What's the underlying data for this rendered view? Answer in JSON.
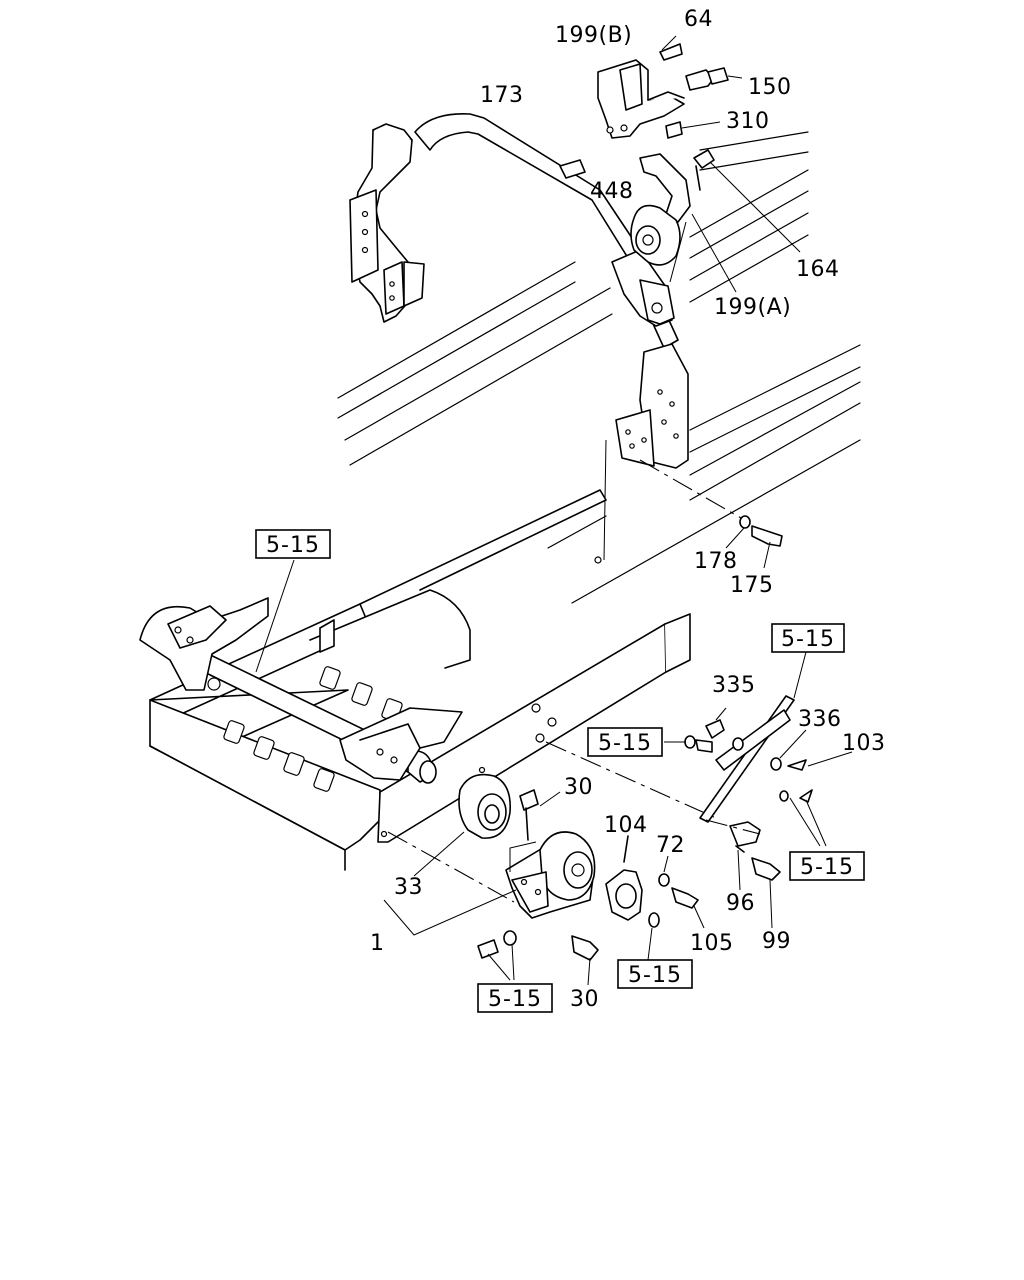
{
  "callouts": [
    {
      "id": "c64",
      "text": "64"
    },
    {
      "id": "c199b",
      "text": "199(B)"
    },
    {
      "id": "c150",
      "text": "150"
    },
    {
      "id": "c173",
      "text": "173"
    },
    {
      "id": "c310",
      "text": "310"
    },
    {
      "id": "c448",
      "text": "448"
    },
    {
      "id": "c164",
      "text": "164"
    },
    {
      "id": "c199a",
      "text": "199(A)"
    },
    {
      "id": "c178",
      "text": "178"
    },
    {
      "id": "c175",
      "text": "175"
    },
    {
      "id": "c335",
      "text": "335"
    },
    {
      "id": "c336",
      "text": "336"
    },
    {
      "id": "c103",
      "text": "103"
    },
    {
      "id": "c30a",
      "text": "30"
    },
    {
      "id": "c104",
      "text": "104"
    },
    {
      "id": "c72",
      "text": "72"
    },
    {
      "id": "c33",
      "text": "33"
    },
    {
      "id": "c96",
      "text": "96"
    },
    {
      "id": "c105",
      "text": "105"
    },
    {
      "id": "c99",
      "text": "99"
    },
    {
      "id": "c1",
      "text": "1"
    },
    {
      "id": "c30b",
      "text": "30"
    }
  ],
  "references": [
    {
      "id": "r1",
      "text": "5-15"
    },
    {
      "id": "r2",
      "text": "5-15"
    },
    {
      "id": "r3",
      "text": "5-15"
    },
    {
      "id": "r4",
      "text": "5-15"
    },
    {
      "id": "r5",
      "text": "5-15"
    },
    {
      "id": "r6",
      "text": "5-15"
    }
  ]
}
